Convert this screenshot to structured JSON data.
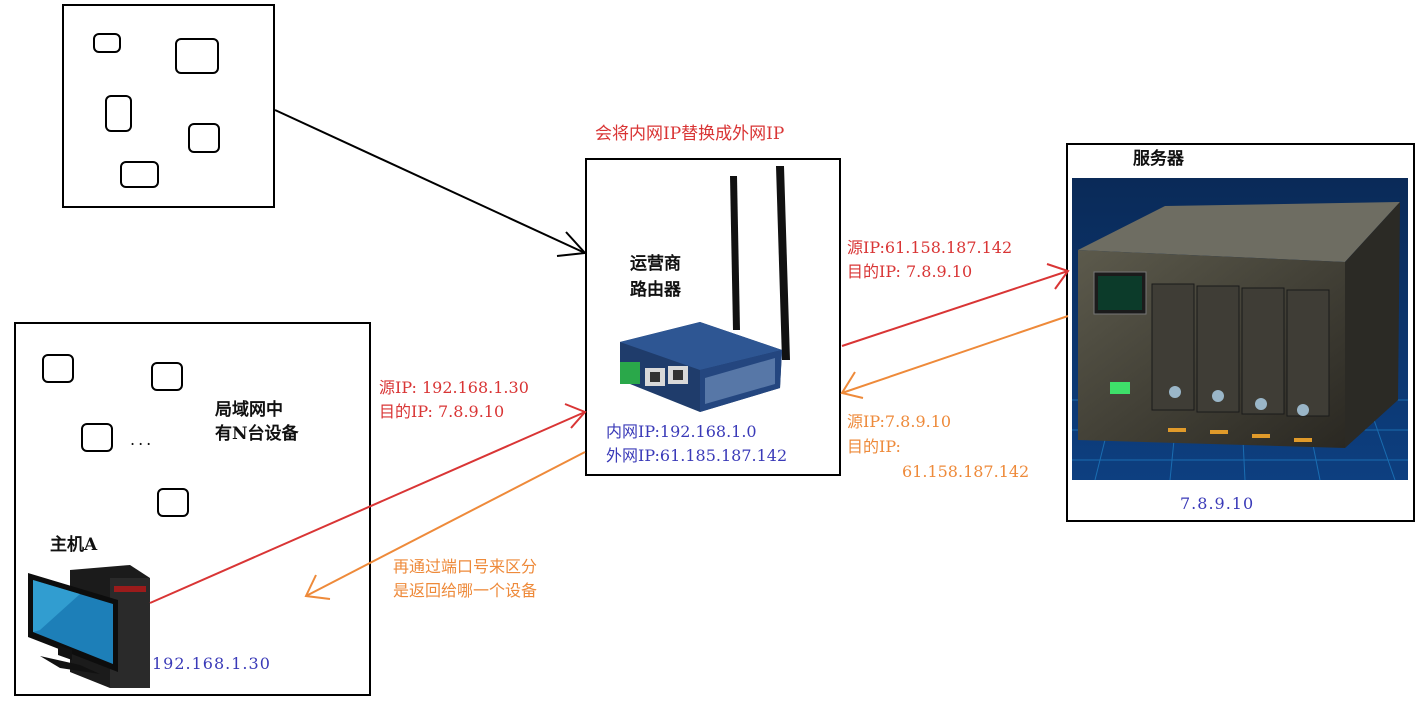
{
  "top_banner": "会将内网IP替换成外网IP",
  "router": {
    "label_line1": "运营商",
    "label_line2": "路由器",
    "inner_ip": "内网IP:192.168.1.0",
    "outer_ip": "外网IP:61.185.187.142"
  },
  "server": {
    "title": "服务器",
    "ip": "7.8.9.10"
  },
  "lan": {
    "label_line1": "局域网中",
    "label_line2": "有N台设备",
    "ellipsis": "...",
    "host_label": "主机A",
    "host_ip": "192.168.1.30"
  },
  "left_request": {
    "line1": "源IP: 192.168.1.30",
    "line2": "目的IP: 7.8.9.10"
  },
  "left_note": {
    "line1": "再通过端口号来区分",
    "line2": "是返回给哪一个设备"
  },
  "right_request": {
    "line1": "源IP:61.158.187.142",
    "line2": "目的IP: 7.8.9.10"
  },
  "right_response": {
    "line1": "源IP:7.8.9.10",
    "line2": "目的IP:",
    "line3": "61.158.187.142"
  },
  "colors": {
    "request_arrow": "#d93535",
    "response_arrow": "#ee8a3a",
    "ip_text": "#3a3ab8",
    "connector": "#000000"
  }
}
